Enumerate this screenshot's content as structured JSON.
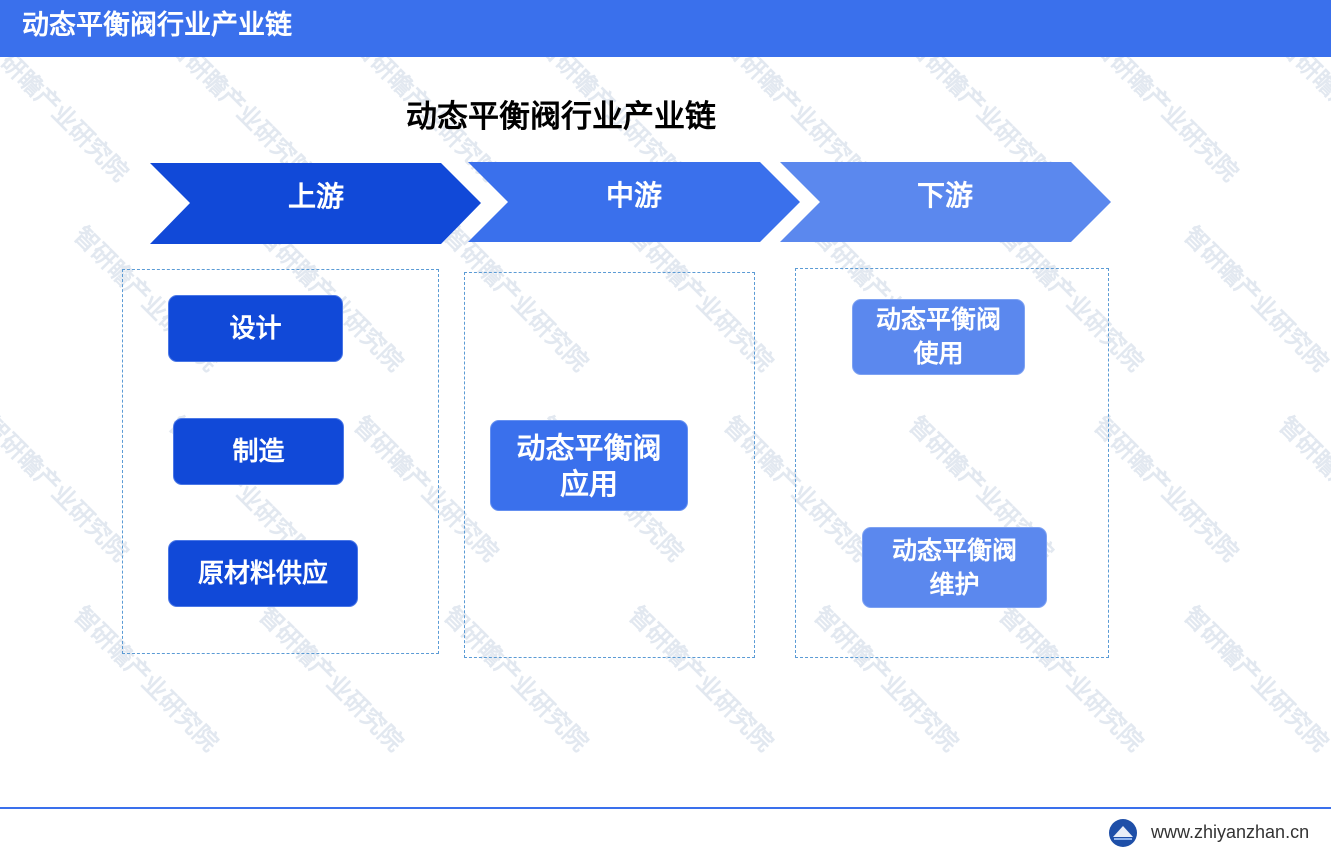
{
  "header": {
    "title": "动态平衡阀行业产业链"
  },
  "diagram": {
    "title": "动态平衡阀行业产业链",
    "stages": [
      {
        "label": "上游",
        "color": "#1149d8",
        "nodes": [
          "设计",
          "制造",
          "原材料供应"
        ]
      },
      {
        "label": "中游",
        "color": "#3a70ec",
        "nodes": [
          [
            "动态平衡阀",
            "应用"
          ]
        ]
      },
      {
        "label": "下游",
        "color": "#5b88ee",
        "nodes": [
          [
            "动态平衡阀",
            "使用"
          ],
          [
            "动态平衡阀",
            "维护"
          ]
        ]
      }
    ]
  },
  "watermark": {
    "text": "智研瞻产业研究院"
  },
  "footer": {
    "url": "www.zhiyanzhan.cn",
    "logo_icon": "zhiyanzhan-logo-icon"
  },
  "colors": {
    "header_bg": "#3a70ec",
    "frame_border": "#5b9bd5"
  }
}
